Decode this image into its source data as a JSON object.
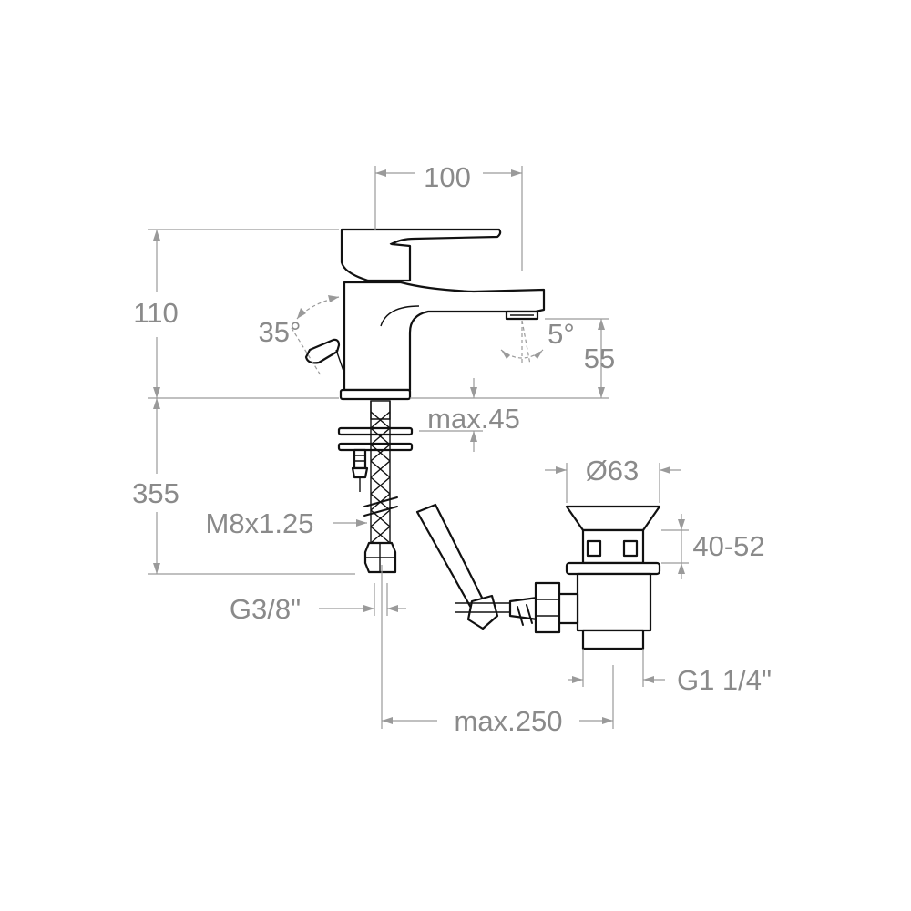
{
  "dimensions": {
    "spout_reach": "100",
    "body_height": "110",
    "lever_angle": "35°",
    "spout_angle": "5°",
    "spout_clearance": "55",
    "max_deck_thickness": "max.45",
    "hose_length": "355",
    "stud_thread": "M8x1.25",
    "hose_thread": "G3/8\"",
    "waste_diameter": "Ø63",
    "waste_flange_range": "40-52",
    "waste_thread": "G1 1/4\"",
    "max_rod_distance": "max.250"
  },
  "colors": {
    "outline": "#111111",
    "dimension": "#9a9a9a",
    "label": "#8a8a8a"
  }
}
